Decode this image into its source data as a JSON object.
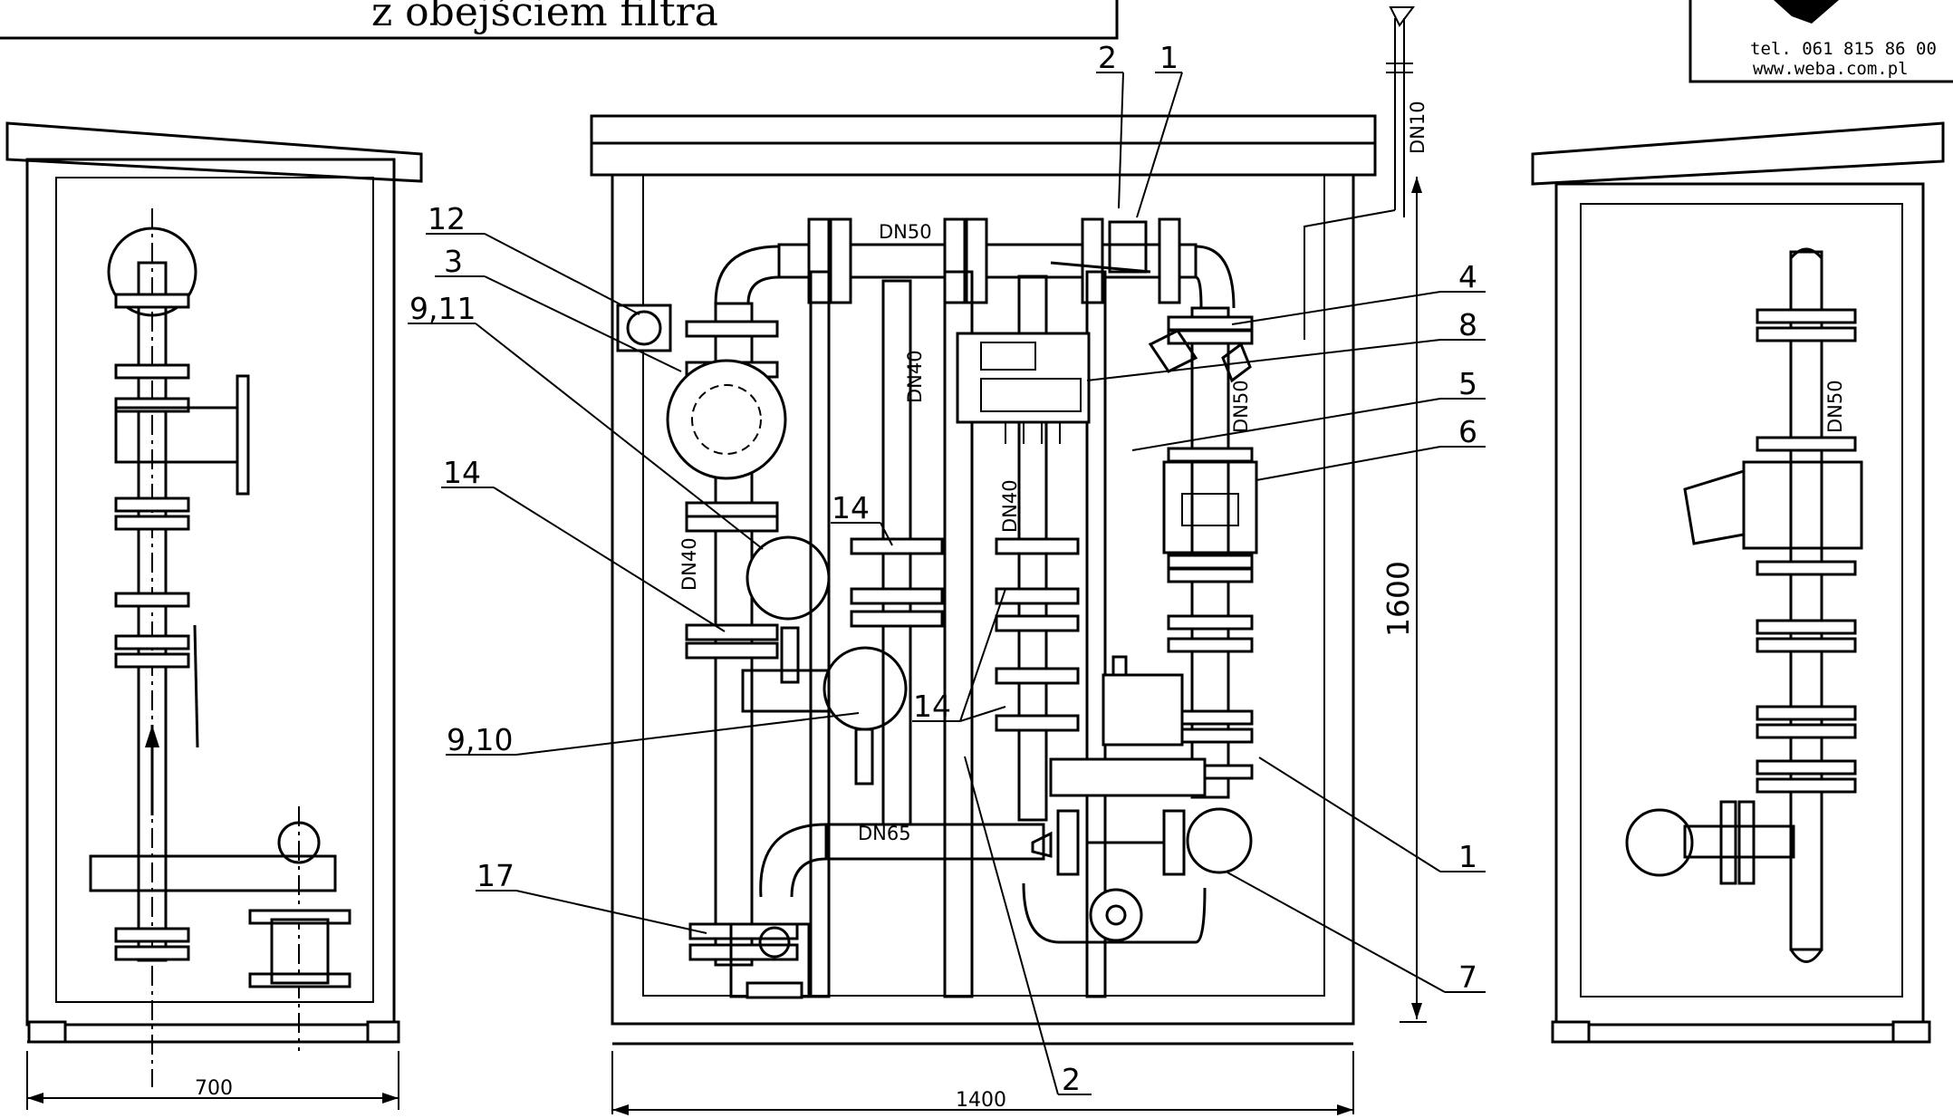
{
  "title": "z obejściem filtra",
  "company": {
    "phone": "tel. 061 815 86 00",
    "website": "www.weba.com.pl"
  },
  "pipe_labels": {
    "dn50_top": "DN50",
    "dn40_a": "DN40",
    "dn40_b": "DN40",
    "dn40_c": "DN40",
    "dn50_right": "DN50",
    "dn65": "DN65",
    "dn10": "DN10",
    "dn50_side": "DN50"
  },
  "callouts": {
    "c12": "12",
    "c3": "3",
    "c911": "9,11",
    "c14a": "14",
    "c14b": "14",
    "c14c": "14",
    "c910": "9,10",
    "c17": "17",
    "c2top": "2",
    "c1top": "1",
    "c4": "4",
    "c8": "8",
    "c5": "5",
    "c6": "6",
    "c1bottom": "1",
    "c7": "7",
    "c2bottom": "2"
  },
  "dimensions": {
    "width_side": "700",
    "width_front": "1400",
    "height": "1600"
  }
}
